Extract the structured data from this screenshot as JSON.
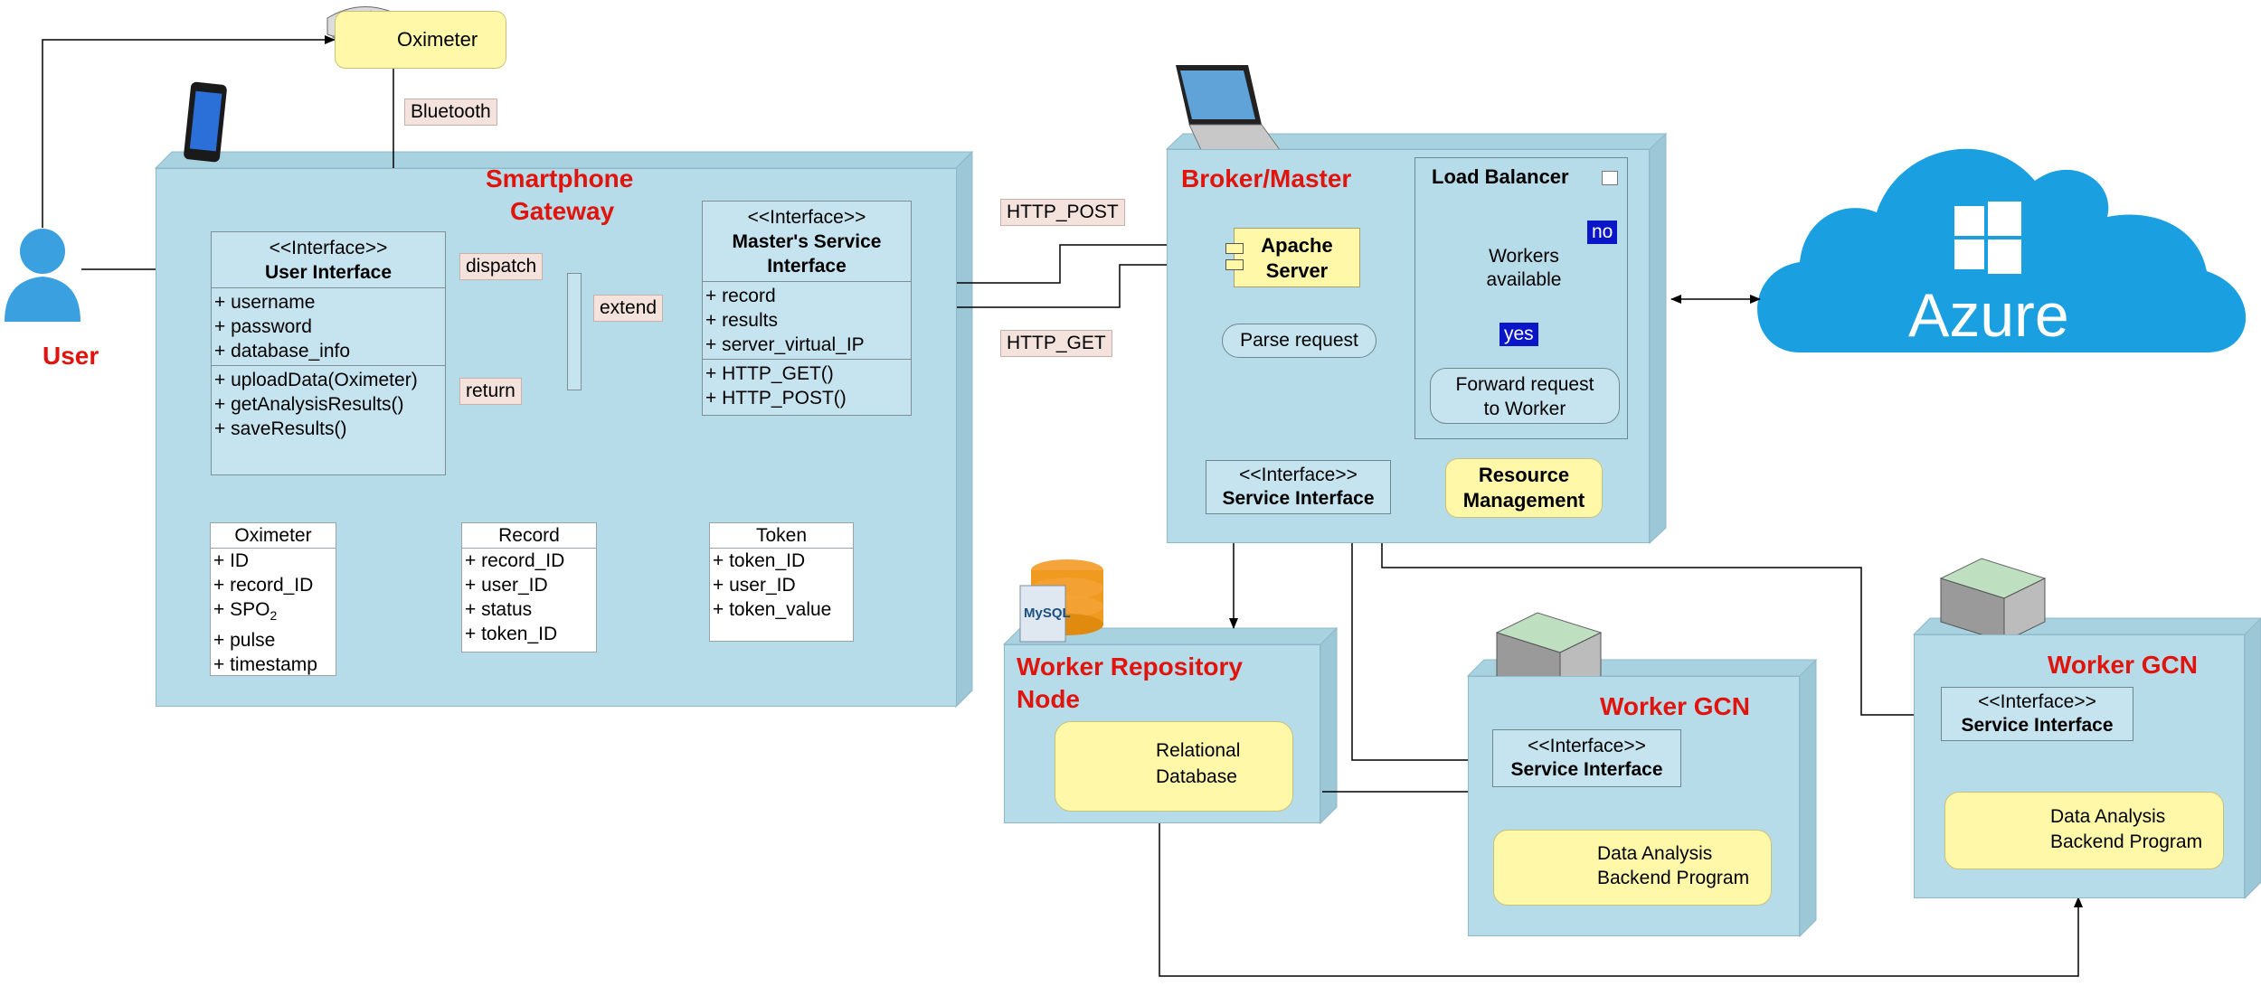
{
  "oximeter_device": {
    "label": "Oximeter"
  },
  "bluetooth_label": "Bluetooth",
  "user": {
    "label": "User"
  },
  "smartphone": {
    "title_line1": "Smartphone",
    "title_line2": "Gateway",
    "user_interface": {
      "stereotype": "<<Interface>>",
      "name": "User Interface",
      "attributes": [
        "+ username",
        "+ password",
        "+ database_info"
      ],
      "methods": [
        "+ uploadData(Oximeter)",
        "+ getAnalysisResults()",
        "+ saveResults()"
      ]
    },
    "masters_interface": {
      "stereotype": "<<Interface>>",
      "name_line1": "Master's Service",
      "name_line2": "Interface",
      "attributes": [
        "+ record",
        "+ results",
        "+ server_virtual_IP"
      ],
      "methods": [
        "+ HTTP_GET()",
        "+ HTTP_POST()"
      ]
    },
    "dispatch_label": "dispatch",
    "extend_label": "extend",
    "return_label": "return",
    "oximeter_class": {
      "name": "Oximeter",
      "fields": [
        "+ ID",
        "+ record_ID",
        "+ SPO",
        "+ pulse",
        "+ timestamp"
      ],
      "spo_sub": "2"
    },
    "record_class": {
      "name": "Record",
      "fields": [
        "+ record_ID",
        "+ user_ID",
        "+ status",
        "+ token_ID"
      ]
    },
    "token_class": {
      "name": "Token",
      "fields": [
        "+ token_ID",
        "+ user_ID",
        "+ token_value"
      ]
    }
  },
  "http_post_label": "HTTP_POST",
  "http_get_label": "HTTP_GET",
  "broker": {
    "title": "Broker/Master",
    "apache_line1": "Apache",
    "apache_line2": "Server",
    "parse_request": "Parse request",
    "load_balancer": {
      "title": "Load Balancer",
      "decision_line1": "Workers",
      "decision_line2": "available",
      "no_label": "no",
      "yes_label": "yes",
      "forward_line1": "Forward request",
      "forward_line2": "to Worker"
    },
    "resource_line1": "Resource",
    "resource_line2": "Management",
    "service_interface": {
      "stereotype": "<<Interface>>",
      "name": "Service Interface"
    }
  },
  "azure": {
    "label": "Azure"
  },
  "repository": {
    "title_line1": "Worker Repository",
    "title_line2": "Node",
    "mysql_label": "MySQL",
    "db_line1": "Relational",
    "db_line2": "Database"
  },
  "worker1": {
    "title": "Worker GCN",
    "service_interface": {
      "stereotype": "<<Interface>>",
      "name": "Service Interface"
    },
    "program_line1": "Data Analysis",
    "program_line2": "Backend Program"
  },
  "worker2": {
    "title": "Worker GCN",
    "service_interface": {
      "stereotype": "<<Interface>>",
      "name": "Service Interface"
    },
    "program_line1": "Data Analysis",
    "program_line2": "Backend Program"
  },
  "colors": {
    "node_fill": "#b7dce9",
    "title_red": "#e0140c",
    "yellow": "#fff8a8",
    "azure_blue": "#1aa0e0",
    "label_pink": "#f4e2dc",
    "yes_no_blue": "#0a16c8"
  }
}
